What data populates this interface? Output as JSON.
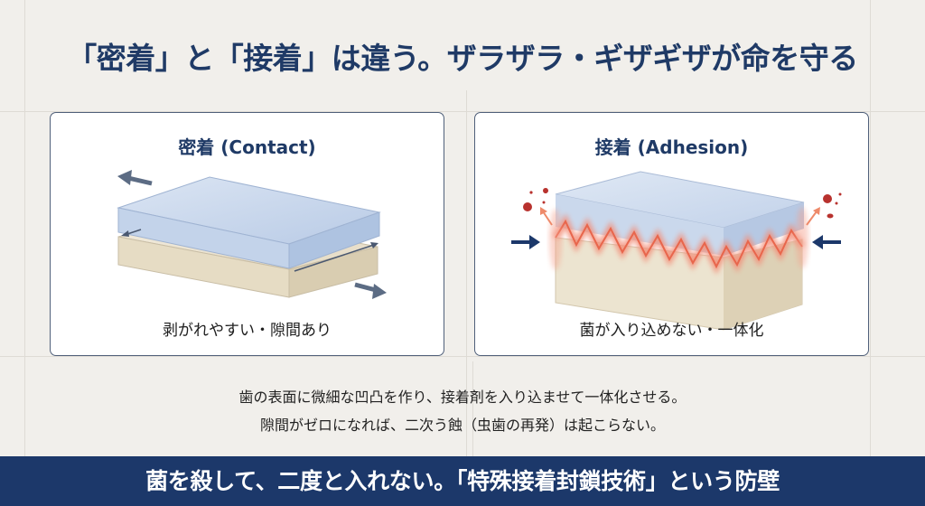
{
  "header": {
    "title": "「密着」と「接着」は違う。ザラザラ・ギザギザが命を守る"
  },
  "panels": [
    {
      "id": "contact",
      "title": "密着 (Contact)",
      "caption": "剥がれやすい・隙間あり",
      "illustration": "two-separate-flat-layers-sliding-apart",
      "icons": [
        "arrow-up-left-icon",
        "arrow-down-right-icon",
        "double-arrow-gap-icon"
      ]
    },
    {
      "id": "adhesion",
      "title": "接着 (Adhesion)",
      "caption": "菌が入り込めない・一体化",
      "illustration": "interlocking-zigzag-bonded-layers",
      "icons": [
        "arrow-right-icon",
        "arrow-left-icon",
        "bacteria-icon"
      ]
    }
  ],
  "description": {
    "line1": "歯の表面に微細な凹凸を作り、接着剤を入り込ませて一体化させる。",
    "line2": "隙間がゼロになれば、二次う蝕（虫歯の再発）は起こらない。"
  },
  "banner": {
    "text": "菌を殺して、二度と入れない。「特殊接着封鎖技術」という防壁"
  },
  "colors": {
    "background": "#f1efeb",
    "navy": "#1c386a",
    "title_navy": "#1f3a66",
    "top_layer": "#c9d7ec",
    "bottom_layer": "#ebe3cf",
    "glow": "#f0846a",
    "bacteria": "#b8322e"
  }
}
